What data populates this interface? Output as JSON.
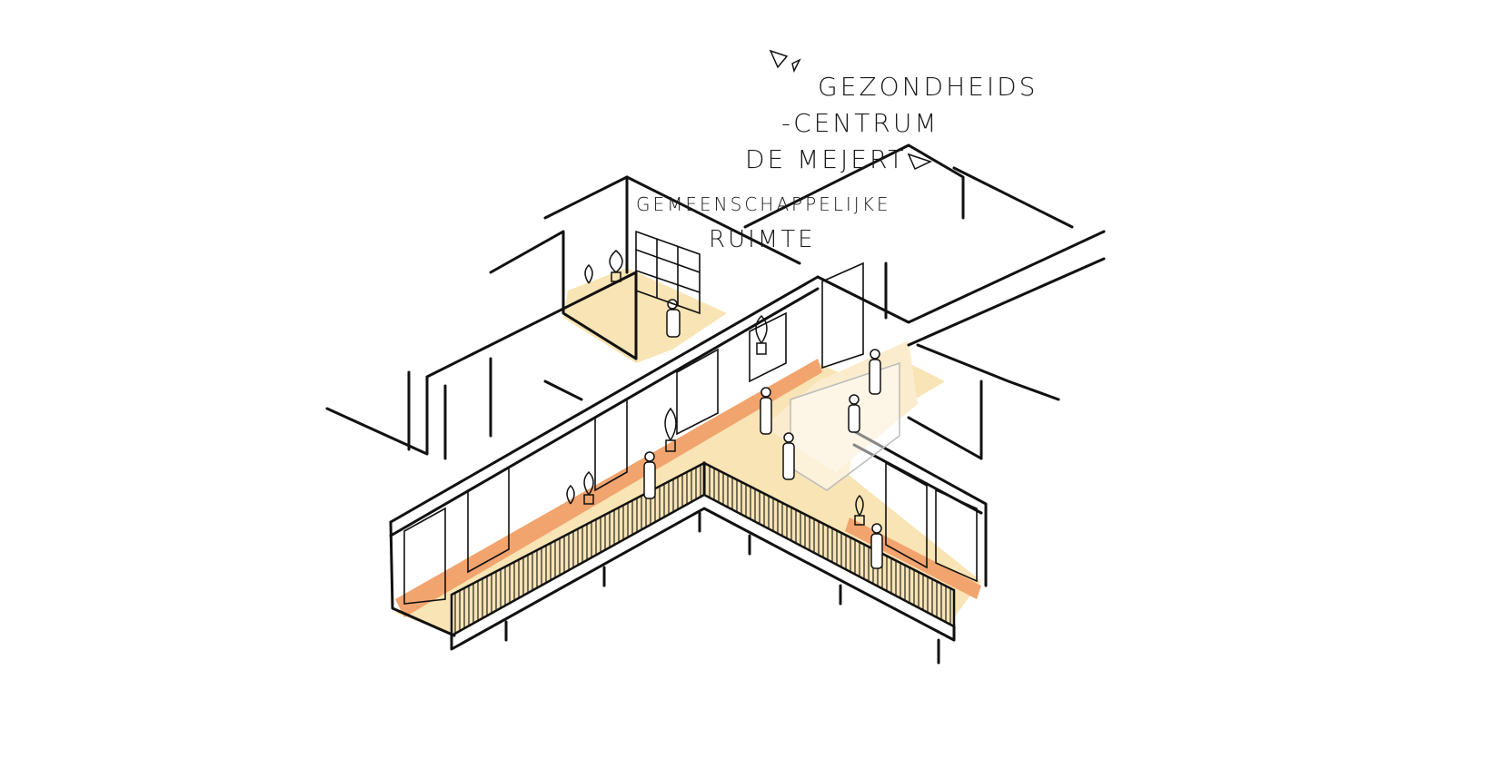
{
  "labels": {
    "health_centre_line1": "GEZONDHEIDS",
    "health_centre_line2": "-CENTRUM",
    "health_centre_line3": "DE MEJERT",
    "community_line1": "GEMEENSCHAPPELIJKE",
    "community_line2": "RUIMTE"
  },
  "colors": {
    "floor_yellow": "#f8e4b4",
    "floor_orange": "#f2a46e",
    "floor_light": "#fbeccd",
    "ink": "#111111"
  }
}
